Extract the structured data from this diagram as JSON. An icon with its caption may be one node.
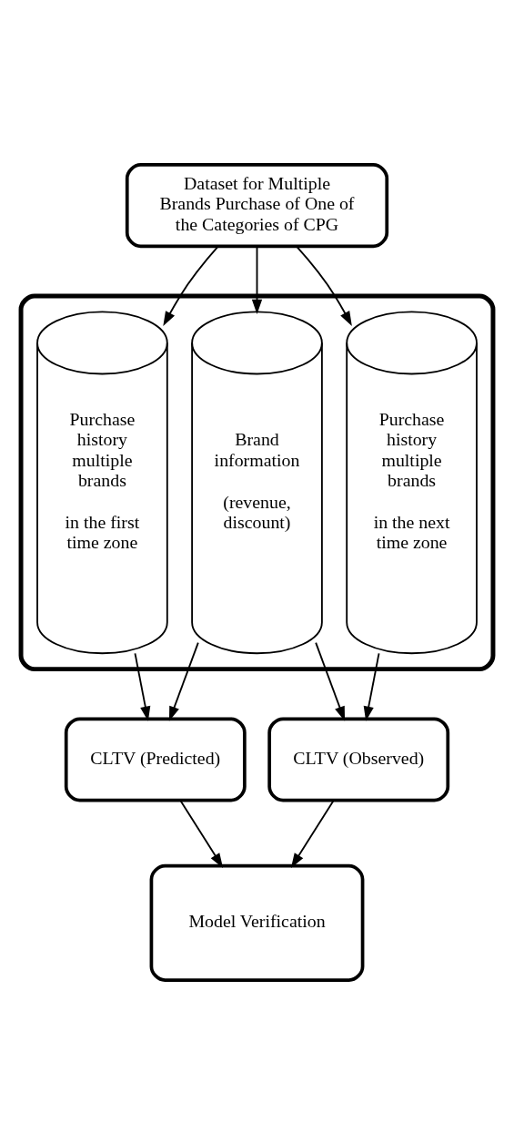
{
  "diagram": {
    "nodes": [
      {
        "text": [
          "Dataset for Multiple Brands Purchase of One of the Categories of CPG"
        ]
      },
      {
        "text": [],
        "shape": "box"
      },
      {
        "text": [
          "Purchase history multiple brands",
          "in the first time zone"
        ],
        "in": 1
      },
      {
        "text": [
          "Purchase history multiple brands",
          "in the next time zone"
        ],
        "in": 1
      },
      {
        "text": [
          "Brand information",
          "(revenue, discount)"
        ],
        "in": 1
      },
      {
        "text": [
          "CLTV (Predicted)"
        ]
      },
      {
        "text": [
          "CLTV (Observed)"
        ]
      },
      {
        "text": [
          "Model Verification"
        ]
      }
    ],
    "edges": [
      {
        "from": 0,
        "to": 2,
        "arrow": "to"
      },
      {
        "from": 0,
        "to": 3,
        "arrow": "to"
      },
      {
        "from": 0,
        "to": 4,
        "arrow": "to"
      },
      {
        "from": 2,
        "to": 5,
        "arrow": "to"
      },
      {
        "from": 3,
        "to": 6,
        "arrow": "to"
      },
      {
        "from": 4,
        "to": 5,
        "arrow": "to"
      },
      {
        "from": 4,
        "to": 6,
        "arrow": "to"
      },
      {
        "from": 5,
        "to": 7,
        "arrow": "to"
      },
      {
        "from": 6,
        "to": 7,
        "arrow": "to"
      }
    ]
  }
}
